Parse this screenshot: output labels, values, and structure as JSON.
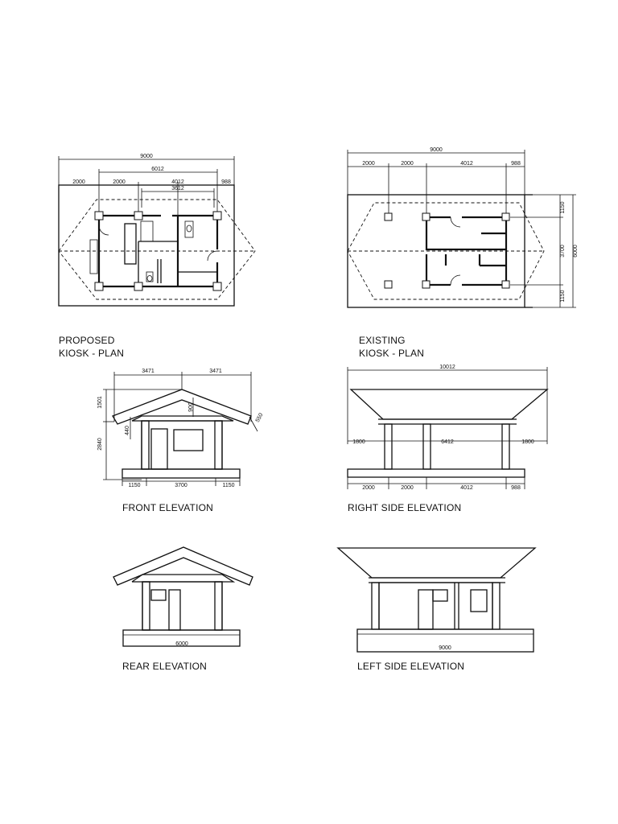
{
  "proposed_plan": {
    "title_line1": "PROPOSED",
    "title_line2": "KIOSK - PLAN",
    "dims": {
      "overall": "9000",
      "inner": "6012",
      "sub1": "4012",
      "sub2": "3612",
      "seg_a": "2000",
      "seg_b": "2000",
      "seg_c": "988"
    }
  },
  "existing_plan": {
    "title_line1": "EXISTING",
    "title_line2": "KIOSK - PLAN",
    "dims": {
      "overall": "9000",
      "seg_a": "2000",
      "seg_b": "2000",
      "seg_c": "4012",
      "seg_d": "988",
      "side_top": "1150",
      "side_mid": "3700",
      "side_total": "6000",
      "side_bot": "1150"
    }
  },
  "front_elevation": {
    "title": "FRONT ELEVATION",
    "dims": {
      "half_left": "3471",
      "half_right": "3471",
      "roof_rise": "1501",
      "height": "2840",
      "eave": "440",
      "ridge": "900",
      "overhang": "550",
      "base_left": "1150",
      "base_mid": "3700",
      "base_right": "1150"
    }
  },
  "right_side_elevation": {
    "title": "RIGHT SIDE ELEVATION",
    "dims": {
      "overall": "10012",
      "over_left": "1800",
      "span": "6412",
      "over_right": "1800",
      "base_a": "2000",
      "base_b": "2000",
      "base_c": "4012",
      "base_d": "988"
    }
  },
  "rear_elevation": {
    "title": "REAR ELEVATION",
    "dims": {
      "base": "6000"
    }
  },
  "left_side_elevation": {
    "title": "LEFT SIDE ELEVATION",
    "dims": {
      "base": "9000"
    }
  }
}
